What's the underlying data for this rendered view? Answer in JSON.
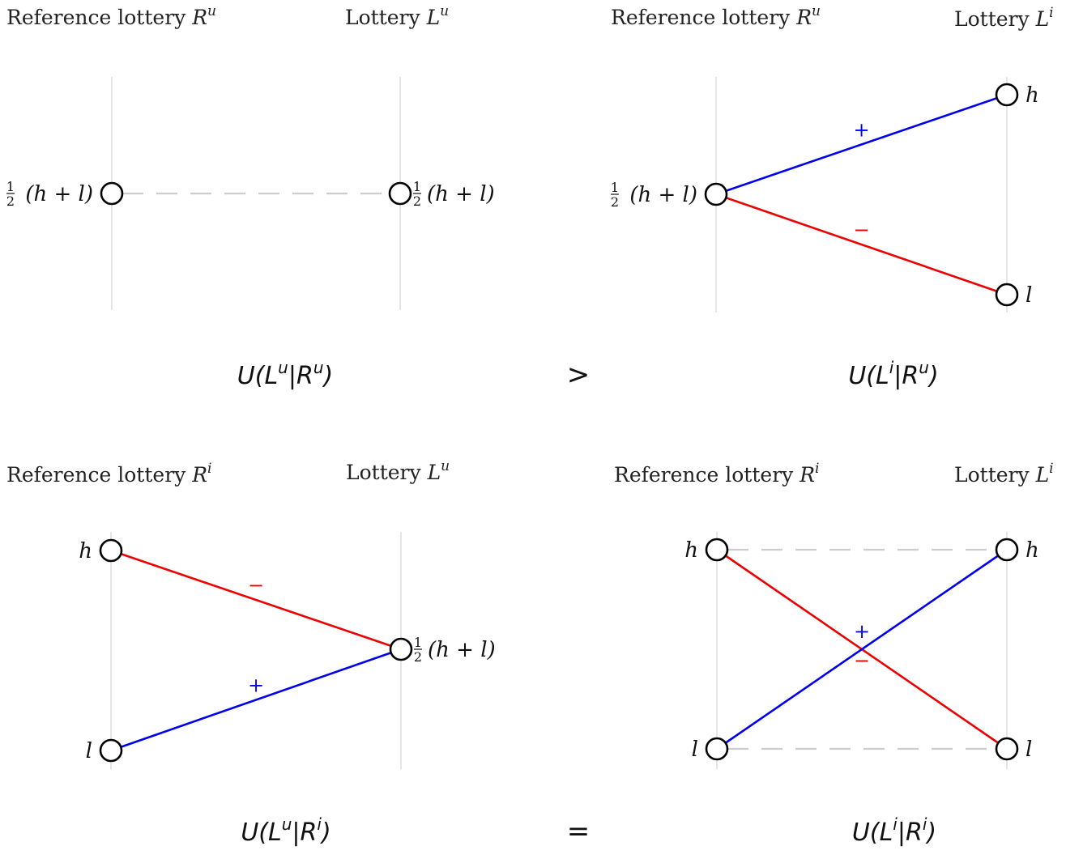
{
  "colors": {
    "positive": "#0000ee",
    "negative": "#ee0000",
    "axis": "#dddddd",
    "dashed": "#cccccc",
    "node": "#000000"
  },
  "panels": [
    {
      "header_left": {
        "text": "Reference lottery ",
        "sym": "R",
        "sup": "u"
      },
      "header_right": {
        "text": "Lottery ",
        "sym": "L",
        "sup": "u"
      },
      "nodes": [
        {
          "side": "left",
          "level": "mid",
          "label": "½(h + l)"
        },
        {
          "side": "right",
          "level": "mid",
          "label": "½(h + l)"
        }
      ],
      "edges": [
        {
          "from": "left-mid",
          "to": "right-mid",
          "style": "dashed"
        }
      ],
      "utility": {
        "L": "L",
        "Lsup": "u",
        "R": "R",
        "Rsup": "u"
      }
    },
    {
      "header_left": {
        "text": "Reference lottery ",
        "sym": "R",
        "sup": "u"
      },
      "header_right": {
        "text": "Lottery ",
        "sym": "L",
        "sup": "i"
      },
      "nodes": [
        {
          "side": "left",
          "level": "mid",
          "label": "½(h + l)"
        },
        {
          "side": "right",
          "level": "high",
          "label": "h"
        },
        {
          "side": "right",
          "level": "low",
          "label": "l"
        }
      ],
      "edges": [
        {
          "from": "left-mid",
          "to": "right-high",
          "style": "positive",
          "sign": "+"
        },
        {
          "from": "left-mid",
          "to": "right-low",
          "style": "negative",
          "sign": "−"
        }
      ],
      "utility": {
        "L": "L",
        "Lsup": "i",
        "R": "R",
        "Rsup": "u"
      }
    },
    {
      "header_left": {
        "text": "Reference lottery ",
        "sym": "R",
        "sup": "i"
      },
      "header_right": {
        "text": "Lottery ",
        "sym": "L",
        "sup": "u"
      },
      "nodes": [
        {
          "side": "left",
          "level": "high",
          "label": "h"
        },
        {
          "side": "left",
          "level": "low",
          "label": "l"
        },
        {
          "side": "right",
          "level": "mid",
          "label": "½(h + l)"
        }
      ],
      "edges": [
        {
          "from": "left-high",
          "to": "right-mid",
          "style": "negative",
          "sign": "−"
        },
        {
          "from": "left-low",
          "to": "right-mid",
          "style": "positive",
          "sign": "+"
        }
      ],
      "utility": {
        "L": "L",
        "Lsup": "u",
        "R": "R",
        "Rsup": "i"
      }
    },
    {
      "header_left": {
        "text": "Reference lottery ",
        "sym": "R",
        "sup": "i"
      },
      "header_right": {
        "text": "Lottery ",
        "sym": "L",
        "sup": "i"
      },
      "nodes": [
        {
          "side": "left",
          "level": "high",
          "label": "h"
        },
        {
          "side": "left",
          "level": "low",
          "label": "l"
        },
        {
          "side": "right",
          "level": "high",
          "label": "h"
        },
        {
          "side": "right",
          "level": "low",
          "label": "l"
        }
      ],
      "edges": [
        {
          "from": "left-high",
          "to": "right-high",
          "style": "dashed"
        },
        {
          "from": "left-low",
          "to": "right-low",
          "style": "dashed"
        },
        {
          "from": "left-high",
          "to": "right-low",
          "style": "negative",
          "sign": "−"
        },
        {
          "from": "left-low",
          "to": "right-high",
          "style": "positive",
          "sign": "+"
        }
      ],
      "utility": {
        "L": "L",
        "Lsup": "i",
        "R": "R",
        "Rsup": "i"
      }
    }
  ],
  "comparisons": [
    ">",
    "="
  ]
}
